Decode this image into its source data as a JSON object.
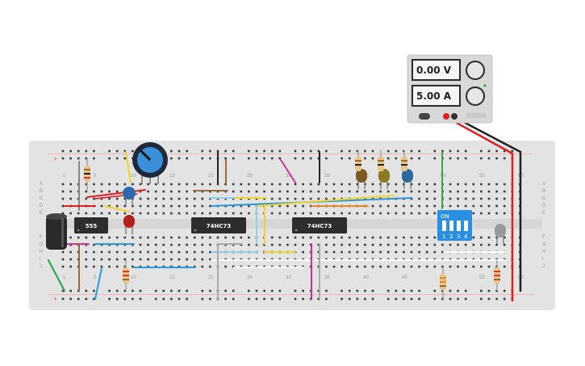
{
  "power_supply": {
    "voltage_display": "0.00 V",
    "current_display": "5.00 A"
  },
  "breadboard": {
    "column_labels": [
      "1",
      "5",
      "10",
      "15",
      "20",
      "25",
      "30",
      "35",
      "40",
      "45",
      "50",
      "55",
      "60"
    ],
    "row_labels_top": [
      "A",
      "B",
      "C",
      "D",
      "E"
    ],
    "row_labels_bottom": [
      "F",
      "G",
      "H",
      "I",
      "J"
    ]
  },
  "components": {
    "timer_chip": "555",
    "flipflop_chip_1": "74HC73",
    "flipflop_chip_2": "74HC73",
    "dip_switch": {
      "label": "ON",
      "positions": [
        "1",
        "2",
        "3",
        "4"
      ]
    }
  },
  "colors": {
    "board": "#e3e3e3",
    "psu_body": "#d8d8d8",
    "wire_red": "#e02020",
    "wire_black": "#222222",
    "wire_yellow": "#f2d32c",
    "wire_blue": "#2a9ad8",
    "wire_magenta": "#cc3399",
    "wire_green": "#2ea84a",
    "wire_brown": "#9b6a3a",
    "dip_switch": "#2a8fe0",
    "potentiometer": "#3b8ed8",
    "capacitor_ceramic": "#2c6aad",
    "capacitor_electrolytic": "#2a2a2a",
    "led_red": "#b32020",
    "led_brown": "#7a5a20",
    "led_olive": "#8a7a20",
    "led_blue": "#2b6a9a",
    "led_gray": "#9a9a9a"
  }
}
